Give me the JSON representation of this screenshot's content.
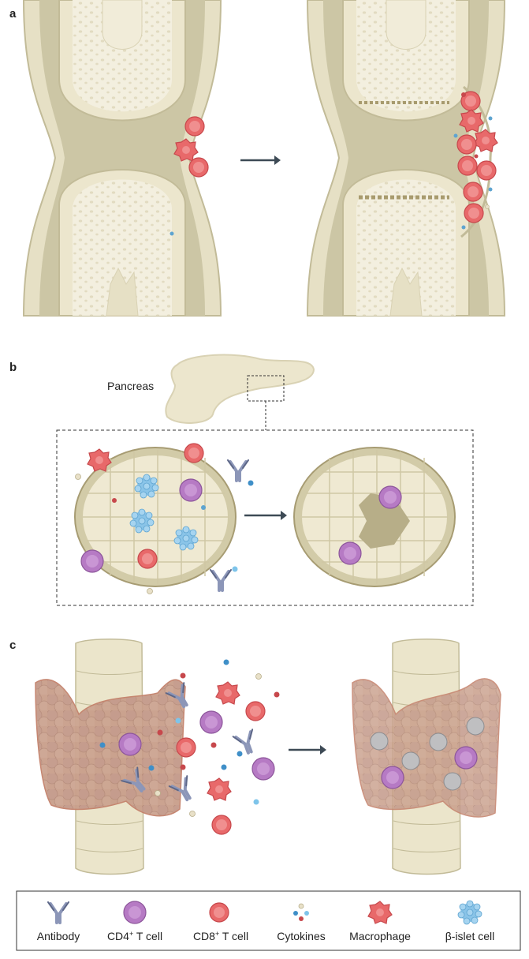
{
  "panels": {
    "a": {
      "label": "a"
    },
    "b": {
      "label": "b",
      "organ_label": "Pancreas"
    },
    "c": {
      "label": "c"
    }
  },
  "legend": {
    "items": [
      {
        "name": "antibody",
        "label": "Antibody"
      },
      {
        "name": "cd4-t-cell",
        "label_main": "CD4",
        "label_sup": "+",
        "label_rest": " T cell"
      },
      {
        "name": "cd8-t-cell",
        "label_main": "CD8",
        "label_sup": "+",
        "label_rest": " T cell"
      },
      {
        "name": "cytokines",
        "label": "Cytokines"
      },
      {
        "name": "macrophage",
        "label": "Macrophage"
      },
      {
        "name": "beta-islet-cell",
        "label": "β-islet cell"
      }
    ]
  },
  "colors": {
    "bone": "#f1ecd9",
    "bone_dark": "#d9d2b4",
    "synovium": "#c9c4a2",
    "cd8": "#e8696a",
    "cd4": "#b67ac4",
    "macrophage": "#e8696a",
    "beta": "#8ac4e8",
    "antibody": "#8c96b8",
    "thyroid": "#c9a08e",
    "arrow": "#3d4a55"
  }
}
